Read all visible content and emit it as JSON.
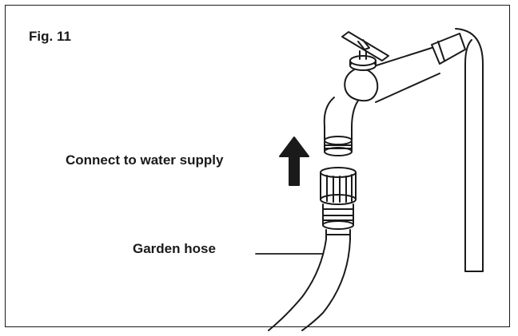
{
  "figure": {
    "label": "Fig. 11"
  },
  "annotations": {
    "connect": "Connect to water supply",
    "hose": "Garden hose"
  },
  "colors": {
    "line": "#1a1a1a",
    "background": "#ffffff"
  }
}
